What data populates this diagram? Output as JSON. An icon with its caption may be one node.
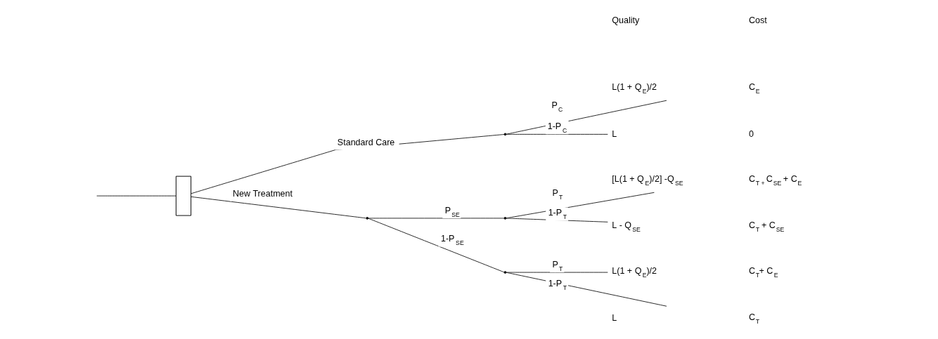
{
  "diagram": {
    "nodes": [
      {
        "text": [],
        "shape": "box"
      },
      {
        "text": [],
        "shape": "point"
      },
      {
        "text": [],
        "shape": "point"
      },
      {
        "text": [],
        "shape": "point"
      },
      {
        "text": [],
        "shape": "point"
      },
      {
        "text": [
          "L(1 + Q$_{E}$)/2",
          "C$_{E}$"
        ]
      },
      {
        "text": [
          "L",
          "0"
        ]
      },
      {
        "text": [
          "[L(1 + Q$_{E}$)/2] -Q$_{SE}$",
          "C$_{T +}$ C$_{SE}$ + C$_{E}$"
        ]
      },
      {
        "text": [
          "L - Q$_{SE}$",
          "C$_{T}$ + C$_{SE}$"
        ]
      },
      {
        "text": [
          "L(1 + Q$_{E}$)/2",
          "C$_{T}$+ C$_{E}$"
        ]
      },
      {
        "text": [
          "L",
          "C$_{T}$"
        ]
      }
    ],
    "edges": [
      {
        "from": null,
        "to": 0,
        "arrow": "none"
      },
      {
        "from": 0,
        "to": 1,
        "arrow": "none",
        "label": "Standard Care"
      },
      {
        "from": 0,
        "to": 2,
        "arrow": "none",
        "label": "New Treatment"
      },
      {
        "from": 1,
        "to": 5,
        "arrow": "none",
        "label": "P$_{C}$"
      },
      {
        "from": 1,
        "to": 6,
        "arrow": "none",
        "label": "1-P$_{C}$"
      },
      {
        "from": 2,
        "to": 3,
        "arrow": "none",
        "label": "P$_{SE}$"
      },
      {
        "from": 2,
        "to": 4,
        "arrow": "none",
        "label": "1-P$_{SE}$"
      },
      {
        "from": 3,
        "to": 7,
        "arrow": "none",
        "label": "P$_{T}$"
      },
      {
        "from": 3,
        "to": 8,
        "arrow": "none",
        "label": "1-P$_{T}$"
      },
      {
        "from": 4,
        "to": 9,
        "arrow": "none",
        "label": "P$_{T}$"
      },
      {
        "from": 4,
        "to": 10,
        "arrow": "none",
        "label": "1-P$_{T}$"
      }
    ],
    "labels": [
      "Quality",
      "Cost"
    ]
  }
}
